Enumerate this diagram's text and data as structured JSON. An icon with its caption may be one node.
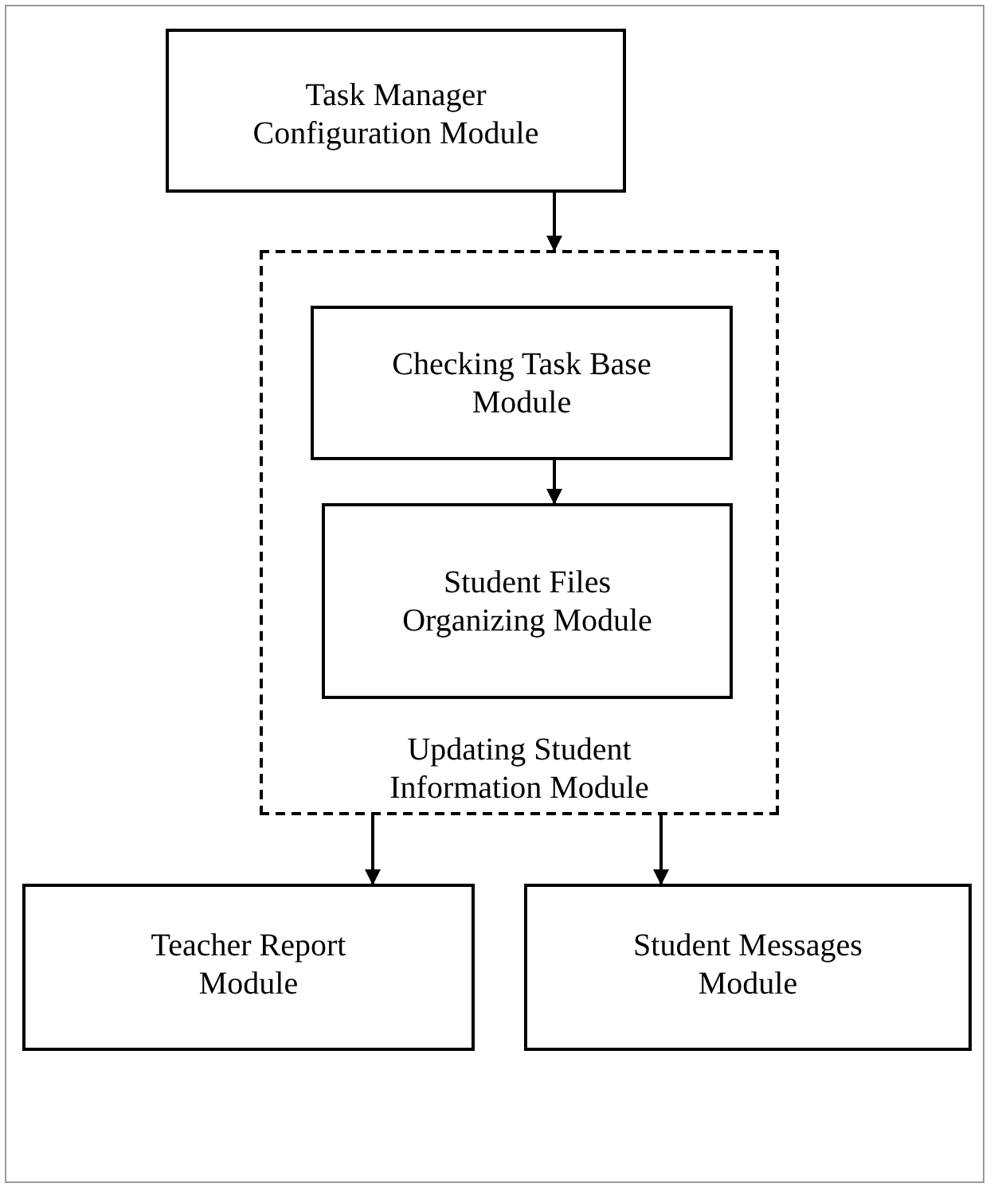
{
  "diagram": {
    "nodes": [
      {
        "text": [
          "Task Manager Configuration Module"
        ]
      },
      {
        "text": [
          "Updating Student Information Module"
        ]
      },
      {
        "text": [
          "Checking Task Base Module"
        ],
        "in": 1
      },
      {
        "text": [
          "Student Files Organizing Module"
        ],
        "in": 1
      },
      {
        "text": [
          "Teacher Report Module"
        ]
      },
      {
        "text": [
          "Student Messages Module"
        ]
      }
    ],
    "edges": [
      {
        "from": 0,
        "to": 1,
        "arrow": "to"
      },
      {
        "from": 2,
        "to": 3,
        "arrow": "to"
      },
      {
        "from": 1,
        "to": 4,
        "arrow": "to"
      },
      {
        "from": 1,
        "to": 5,
        "arrow": "to"
      }
    ]
  }
}
